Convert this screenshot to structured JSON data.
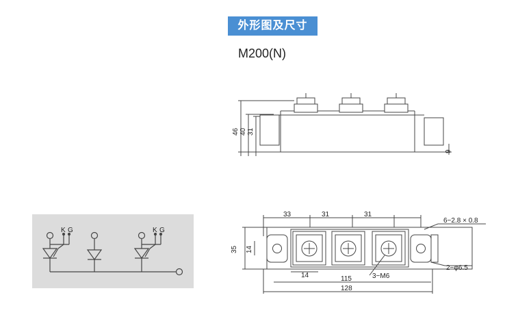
{
  "header": {
    "title": "外形图及尺寸"
  },
  "model": "M200(N)",
  "side_view": {
    "dims": [
      "46",
      "40",
      "31",
      "9"
    ]
  },
  "top_view": {
    "top_dims": [
      "33",
      "31",
      "31"
    ],
    "left_dims": [
      "35",
      "14"
    ],
    "bottom_dims": [
      "14",
      "115",
      "128"
    ],
    "callouts": {
      "tab": "6−2.8 × 0.8",
      "hole": "2−φ6.5",
      "screw": "3−M6"
    }
  },
  "schematic": {
    "terminals": [
      "K",
      "G",
      "K",
      "G"
    ]
  }
}
